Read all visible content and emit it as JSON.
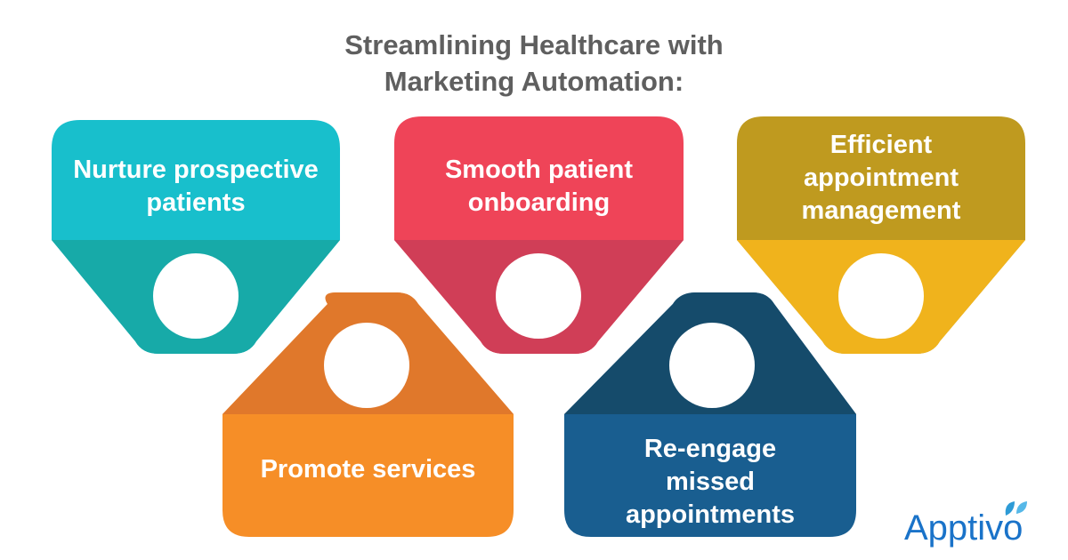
{
  "title": {
    "line1": "Streamlining Healthcare with",
    "line2": "Marketing Automation:"
  },
  "cards": [
    {
      "id": "nurture",
      "lines": [
        "Nurture prospective",
        "patients"
      ],
      "color_top": "#18bfcc",
      "color_bottom": "#17aaa8"
    },
    {
      "id": "onboarding",
      "lines": [
        "Smooth patient",
        "onboarding"
      ],
      "color_top": "#ef4458",
      "color_bottom": "#d03e57"
    },
    {
      "id": "appointment",
      "lines": [
        "Efficient",
        "appointment",
        "management"
      ],
      "color_top": "#bf9a1f",
      "color_bottom": "#f0b31c"
    },
    {
      "id": "promote",
      "lines": [
        "Promote services"
      ],
      "color_top": "#e0782b",
      "color_bottom": "#f68e27"
    },
    {
      "id": "reengage",
      "lines": [
        "Re-engage",
        "missed",
        "appointments"
      ],
      "color_top": "#154b6b",
      "color_bottom": "#195e90"
    }
  ],
  "logo": {
    "text": "Apptivo",
    "color": "#1a73c9",
    "leaf_color": "#2e9bd6"
  }
}
